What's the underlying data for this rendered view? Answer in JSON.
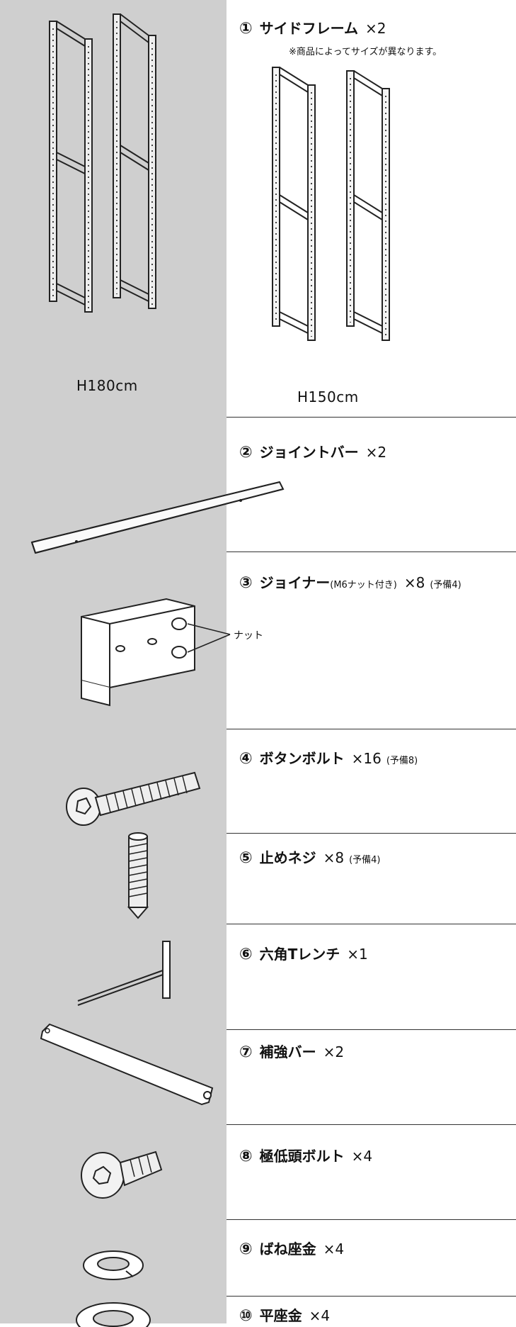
{
  "frames": {
    "left_caption": "H180cm",
    "right_caption": "H150cm"
  },
  "parts": [
    {
      "num": "①",
      "name": "サイドフレーム",
      "qty": "×2",
      "note": "※商品によってサイズが異なります。"
    },
    {
      "num": "②",
      "name": "ジョイントバー",
      "qty": "×2"
    },
    {
      "num": "③",
      "name": "ジョイナー",
      "spec": "(M6ナット付き)",
      "qty": "×8",
      "spare": "(予備4)"
    },
    {
      "num": "④",
      "name": "ボタンボルト",
      "qty": "×16",
      "spare": "(予備8)"
    },
    {
      "num": "⑤",
      "name": "止めネジ",
      "qty": "×8",
      "spare": "(予備4)"
    },
    {
      "num": "⑥",
      "name": "六角Tレンチ",
      "qty": "×1"
    },
    {
      "num": "⑦",
      "name": "補強バー",
      "qty": "×2"
    },
    {
      "num": "⑧",
      "name": "極低頭ボルト",
      "qty": "×4"
    },
    {
      "num": "⑨",
      "name": "ばね座金",
      "qty": "×4"
    },
    {
      "num": "⑩",
      "name": "平座金",
      "qty": "×4"
    }
  ],
  "joiner_label": "ナット"
}
